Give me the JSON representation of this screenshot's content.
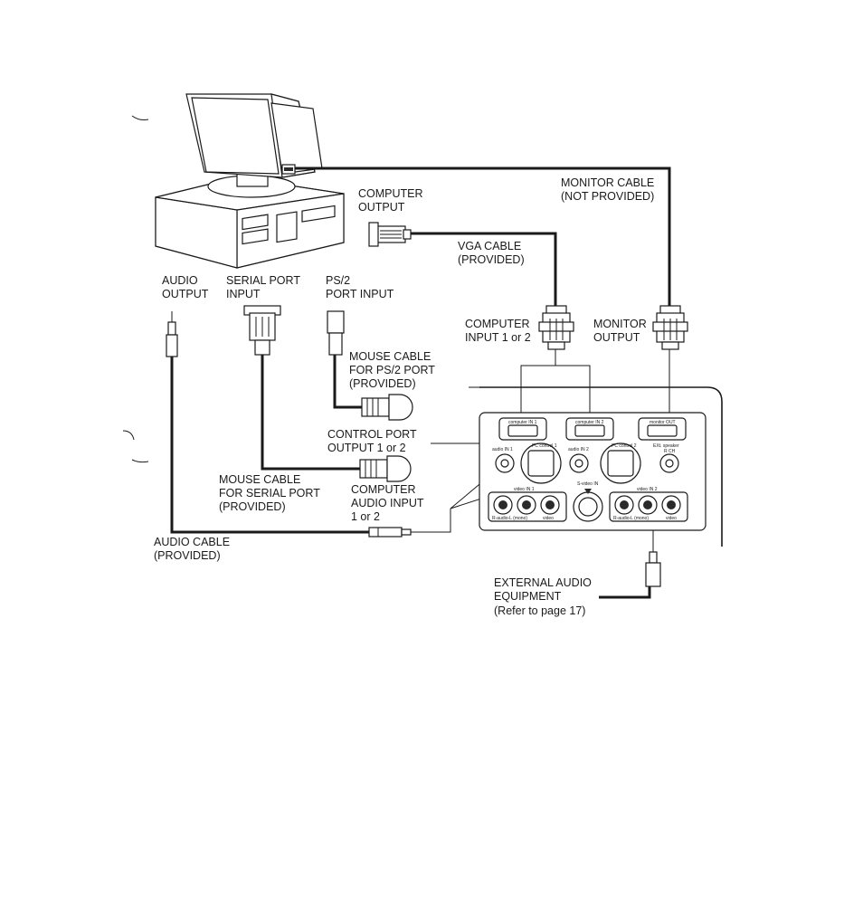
{
  "labels": {
    "computer_output": [
      "COMPUTER",
      "OUTPUT"
    ],
    "monitor_cable": [
      "MONITOR CABLE",
      "(NOT PROVIDED)"
    ],
    "vga_cable": [
      "VGA CABLE",
      "(PROVIDED)"
    ],
    "audio_output": [
      "AUDIO",
      "OUTPUT"
    ],
    "serial_port_input": [
      "SERIAL PORT",
      "INPUT"
    ],
    "ps2_port_input": [
      "PS/2",
      "PORT INPUT"
    ],
    "computer_input": [
      "COMPUTER",
      "INPUT 1 or 2"
    ],
    "monitor_output": [
      "MONITOR",
      "OUTPUT"
    ],
    "mouse_cable_ps2": [
      "MOUSE CABLE",
      "FOR PS/2 PORT",
      "(PROVIDED)"
    ],
    "control_port_output": [
      "CONTROL PORT",
      "OUTPUT 1 or 2"
    ],
    "mouse_cable_serial": [
      "MOUSE CABLE",
      "FOR SERIAL PORT",
      "(PROVIDED)"
    ],
    "computer_audio_input": [
      "COMPUTER",
      "AUDIO INPUT",
      "1 or 2"
    ],
    "audio_cable": [
      "AUDIO CABLE",
      "(PROVIDED)"
    ],
    "external_audio": [
      "EXTERNAL AUDIO",
      "EQUIPMENT",
      "(Refer to page 17)"
    ]
  },
  "panel": {
    "computer_in_1": "computer IN 1",
    "computer_in_2": "computer IN 2",
    "monitor_out": "monitor OUT",
    "audio_in_1": "audio IN 1",
    "pc_control_1": "PC control 1",
    "audio_in_2": "audio IN 2",
    "pc_control_2": "PC control 2",
    "ext_speaker": "EXt. speaker",
    "r_ch": "R CH",
    "video_in_1": "video IN 1",
    "s_video_in": "S-video IN",
    "video_in_2": "video IN 2",
    "r_audio_l_1": "R-audio-L (mono)",
    "video_1": "video",
    "r_audio_l_2": "R-audio-L (mono)",
    "video_2": "video"
  }
}
